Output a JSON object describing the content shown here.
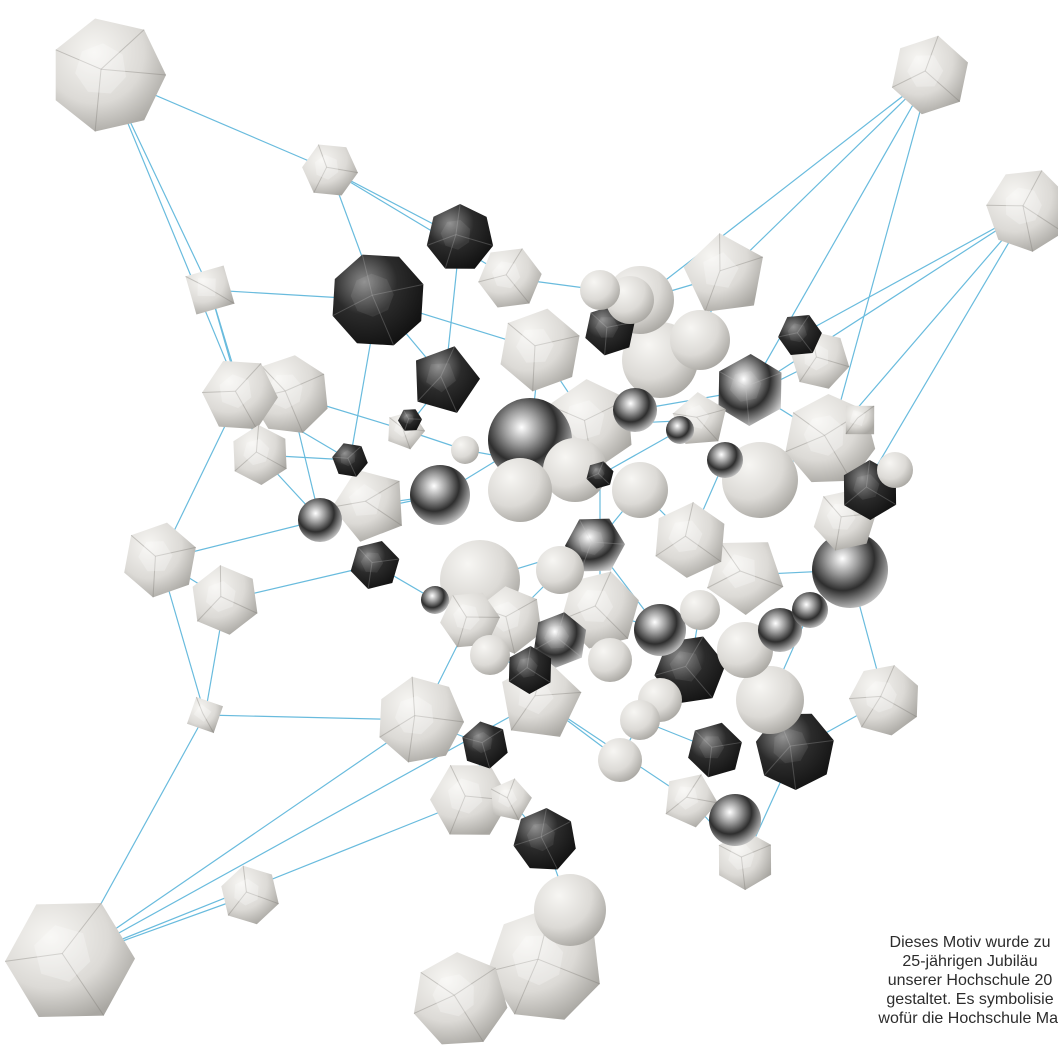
{
  "caption": {
    "lines": [
      "Dieses Motiv wurde zu",
      "25-jährigen Jubiläu",
      "unserer Hochschule 20",
      "gestaltet. Es symbolisie",
      "wofür die Hochschule Mai"
    ]
  },
  "colors": {
    "background": "#ffffff",
    "connector": "#4fb0d8",
    "light_solid": "#d9d8d5",
    "dark_solid": "#3a3a3a",
    "chrome": "#8c8c8c"
  }
}
